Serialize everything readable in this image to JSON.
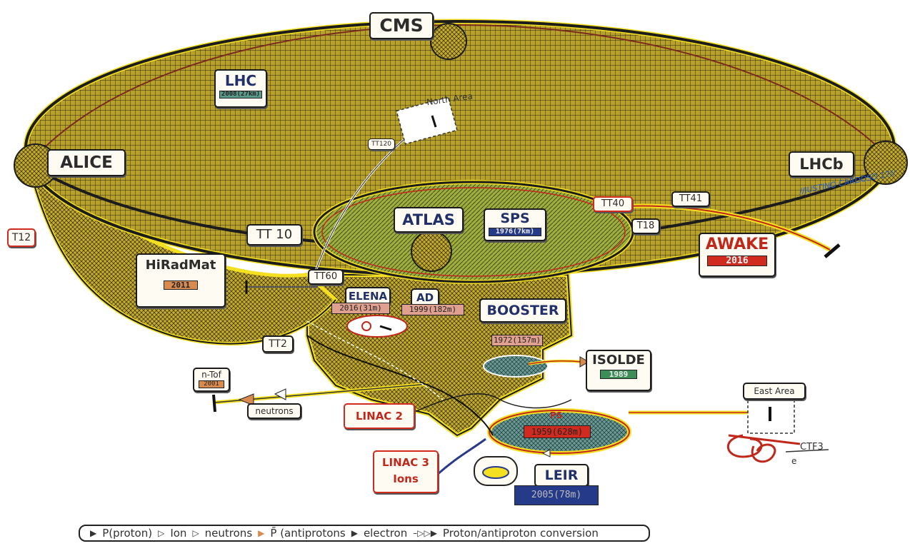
{
  "diagram": {
    "lhc": {
      "name": "LHC",
      "year": "2008(27km)"
    },
    "experiments": {
      "cms": "CMS",
      "alice": "ALICE",
      "lhcb": "LHCb",
      "atlas": "ATLAS"
    },
    "sps": {
      "name": "SPS",
      "year": "1976(7km)"
    },
    "areas": {
      "north": "North Area",
      "east": "East Area"
    },
    "transfer_lines": {
      "tt120": "TT120",
      "tt10": "TT 10",
      "tt60": "TT60",
      "tt2": "TT2",
      "tt40": "TT40",
      "tt41": "TT41",
      "t18": "T18",
      "t12": "T12"
    },
    "hiradmat": {
      "name": "HiRadMat",
      "year": "2011"
    },
    "awake": {
      "name": "AWAKE",
      "year": "2016"
    },
    "elena": {
      "name": "ELENA",
      "year": "2016(31m)"
    },
    "ad": {
      "name": "AD",
      "year": "1999(182m)"
    },
    "booster": {
      "name": "BOOSTER",
      "year": "1972(157m)"
    },
    "isolde": {
      "name": "ISOLDE",
      "year": "1989"
    },
    "ntof": {
      "name": "n-Tof",
      "year": "2001",
      "neutrons": "neutrons"
    },
    "linac2": {
      "name": "LINAC 2"
    },
    "linac3": {
      "line1": "LINAC 3",
      "line2": "Ions"
    },
    "ps": {
      "name": "PS",
      "year": "1959(628m)"
    },
    "leir": {
      "name": "LEIR",
      "year": "2005(78m)"
    },
    "ctf3": {
      "name": "CTF3",
      "electron": "e"
    },
    "signature": "//JUSTINO CARDOSO 17//"
  },
  "legend": {
    "proton": "P(proton)",
    "ion": "Ion",
    "neutrons": "neutrons",
    "antiprotons": "P̄ (antiprotons",
    "electron": "electron",
    "conversion": "Proton/antiproton conversion"
  },
  "colors": {
    "lhc_fill": "#b8a12a",
    "sps_fill": "#9fae3a",
    "lower_fill": "#c5ac25",
    "highlight": "#f4e020",
    "ps_fill": "#6a9a94",
    "red_box": "#d12a1e",
    "blue_box": "#263a8a",
    "green_box": "#3d8d57",
    "salmon_box": "#e0a090"
  }
}
